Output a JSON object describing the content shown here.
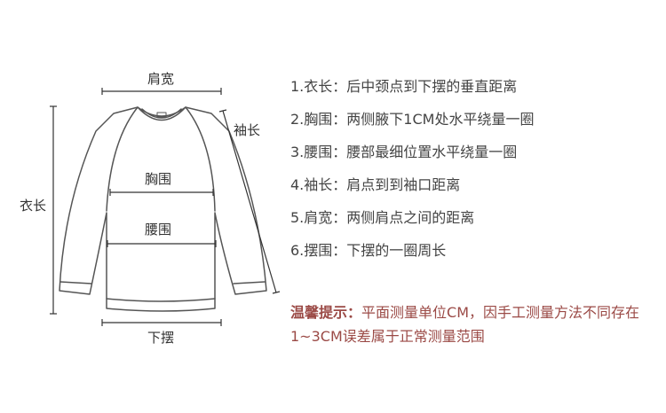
{
  "diagram": {
    "labels": {
      "shoulder": "肩宽",
      "sleeve": "袖长",
      "length": "衣长",
      "chest": "胸围",
      "waist": "腰围",
      "hem": "下摆"
    }
  },
  "measurements": [
    {
      "num": "1.",
      "name": "衣长",
      "desc": "后中颈点到下摆的垂直距离"
    },
    {
      "num": "2.",
      "name": "胸围",
      "desc": "两侧腋下1CM处水平绕量一圈"
    },
    {
      "num": "3.",
      "name": "腰围",
      "desc": "腰部最细位置水平绕量一圈"
    },
    {
      "num": "4.",
      "name": "袖长",
      "desc": "肩点到到袖口距离"
    },
    {
      "num": "5.",
      "name": "肩宽",
      "desc": "两侧肩点之间的距离"
    },
    {
      "num": "6.",
      "name": "摆围",
      "desc": "下摆的一圈周长"
    }
  ],
  "separator": "：",
  "note": {
    "heading": "温馨提示：",
    "body": "平面测量单位CM，因手工测量方法不同存在1~3CM误差属于正常测量范围"
  },
  "colors": {
    "outline": "#555555",
    "text": "#444444",
    "note": "#9b4a46"
  }
}
